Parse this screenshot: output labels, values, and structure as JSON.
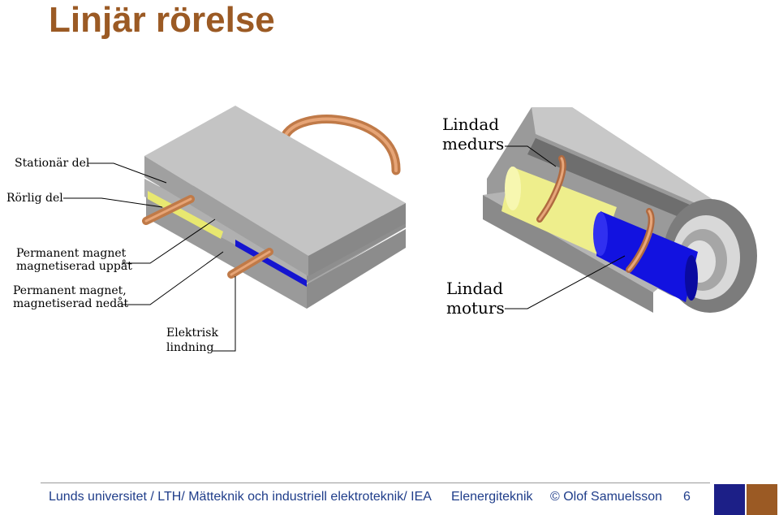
{
  "slide": {
    "title": "Linjär rörelse"
  },
  "figure": {
    "labels": {
      "stationary": "Stationär del",
      "moving": "Rörlig del",
      "magnet_up_1": "Permanent magnet",
      "magnet_up_2": "magnetiserad uppåt",
      "magnet_down_1": "Permanent magnet,",
      "magnet_down_2": "magnetiserad nedåt",
      "winding_1": "Elektrisk",
      "winding_2": "lindning",
      "cw_1": "Lindad",
      "cw_2": "medurs",
      "ccw_1": "Lindad",
      "ccw_2": "moturs"
    }
  },
  "footer": {
    "university": "Lunds universitet / LTH/ Mätteknik och industriell elektroteknik/ IEA",
    "course": "Elenergiteknik",
    "author": "© Olof Samuelsson",
    "page": "6"
  },
  "colors": {
    "title": "#9b5a24",
    "footer_text": "#1f3d8a",
    "accent_blue": "#1c1f87",
    "accent_brown": "#9b5a24",
    "copper": "#d08a5a",
    "magnet_yellow": "#f2f28a",
    "magnet_blue": "#1010d8",
    "steel": "#b8b8b8"
  }
}
